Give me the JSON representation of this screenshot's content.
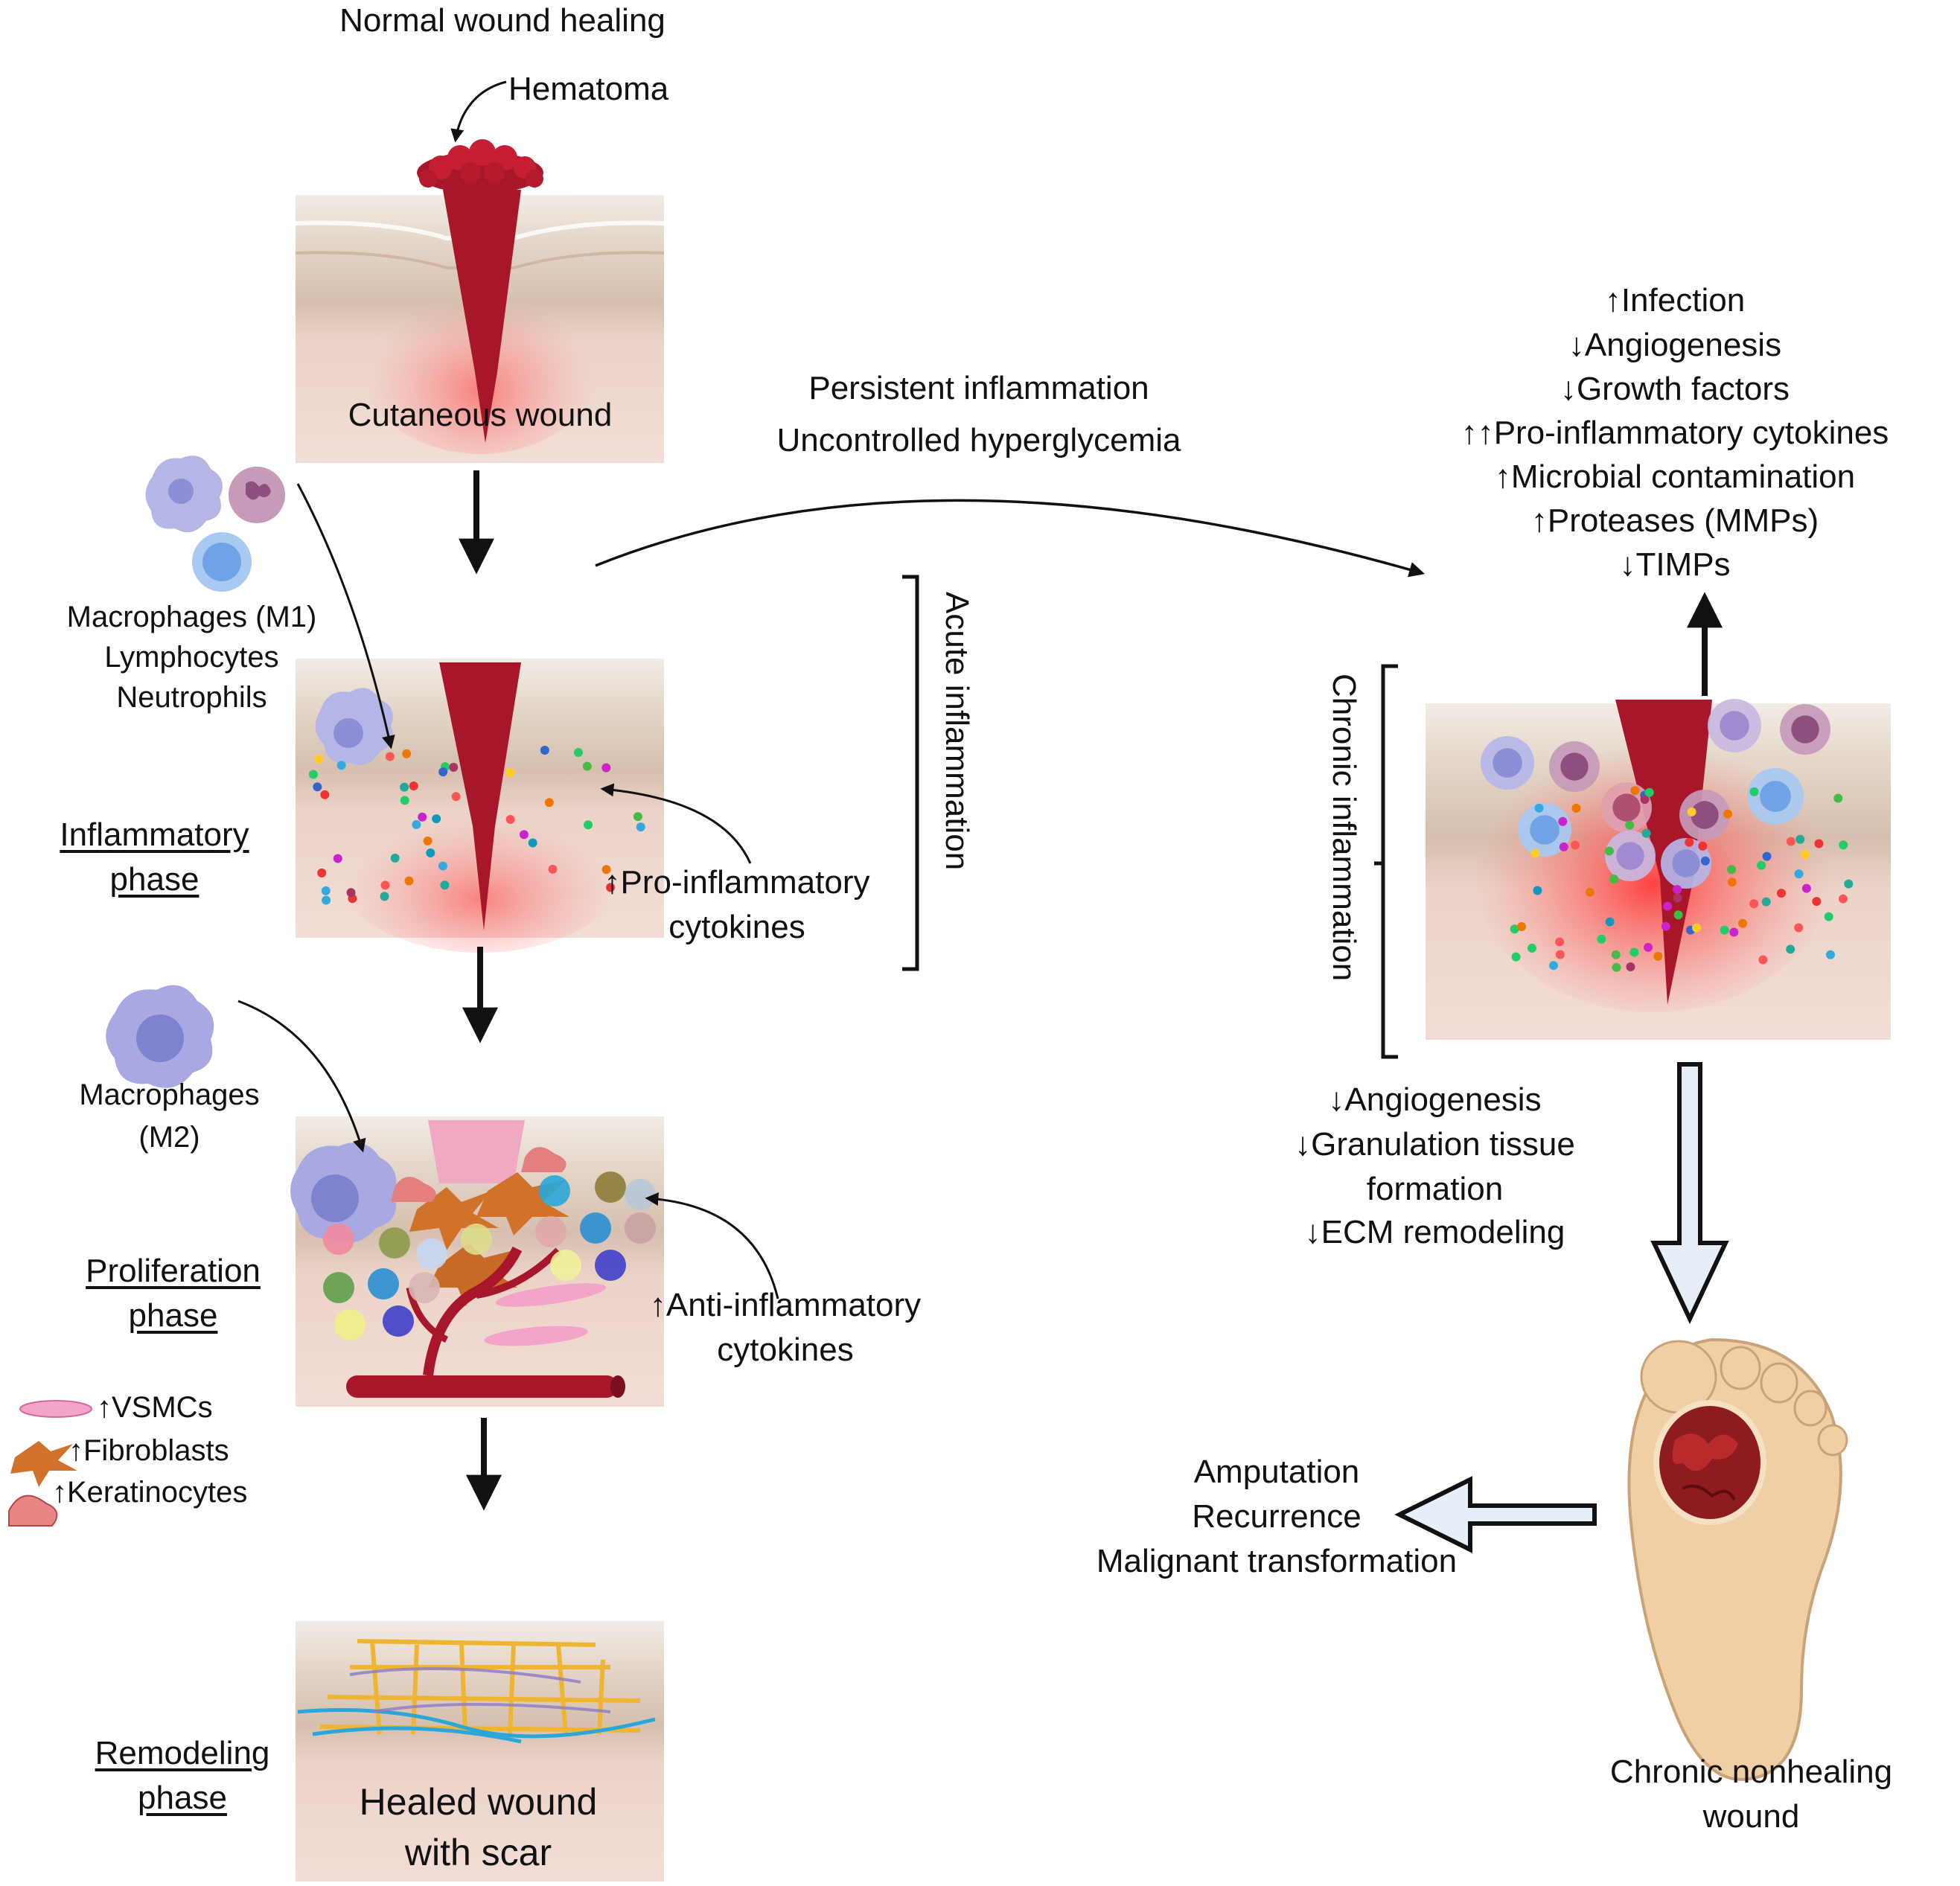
{
  "colors": {
    "blood": "#a8162a",
    "blood_dark": "#7a0f1d",
    "skin_surface": "#ebe4dc",
    "skin_layer": "#d9c4b2",
    "dermis": "#efd8cf",
    "foot": "#f1cfa4",
    "ulcer": "#8e1b20",
    "hollow_arrow_fill": "#e6eef8",
    "collagen": "#f0b530",
    "vessel_blue": "#2aa7d8"
  },
  "labels": {
    "title": "Normal wound healing",
    "hematoma": "Hematoma",
    "cutaneous_wound": "Cutaneous wound",
    "persistent_line1": "Persistent inflammation",
    "persistent_line2": "Uncontrolled hyperglycemia",
    "m1_line1": "Macrophages (M1)",
    "m1_line2": "Lymphocytes",
    "m1_line3": "Neutrophils",
    "inflammatory_line1": "Inflammatory",
    "inflammatory_line2": "phase",
    "pro_cyto_line1": "↑Pro-inflammatory",
    "pro_cyto_line2": "cytokines",
    "acute": "Acute inflammation",
    "m2_line1": "Macrophages",
    "m2_line2": "(M2)",
    "proliferation_line1": "Proliferation",
    "proliferation_line2": "phase",
    "anti_cyto_line1": "↑Anti-inflammatory",
    "anti_cyto_line2": "cytokines",
    "vsmc": "↑VSMCs",
    "fibroblasts": "↑Fibroblasts",
    "keratinocytes": "↑Keratinocytes",
    "remodeling_line1": "Remodeling",
    "remodeling_line2": "phase",
    "healed_line1": "Healed wound",
    "healed_line2": "with scar",
    "chronic_infl": "Chronic inflammation",
    "chronic_list": [
      "↑Infection",
      "↓Angiogenesis",
      "↓Growth factors",
      "↑↑Pro-inflammatory cytokines",
      "↑Microbial contamination",
      "↑Proteases (MMPs)",
      "↓TIMPs"
    ],
    "chronic_effects": [
      "↓Angiogenesis",
      "↓Granulation tissue",
      "formation",
      "↓ECM remodeling"
    ],
    "outcomes": [
      "Amputation",
      "Recurrence",
      "Malignant transformation"
    ],
    "nonhealing_line1": "Chronic nonhealing",
    "nonhealing_line2": "wound"
  }
}
